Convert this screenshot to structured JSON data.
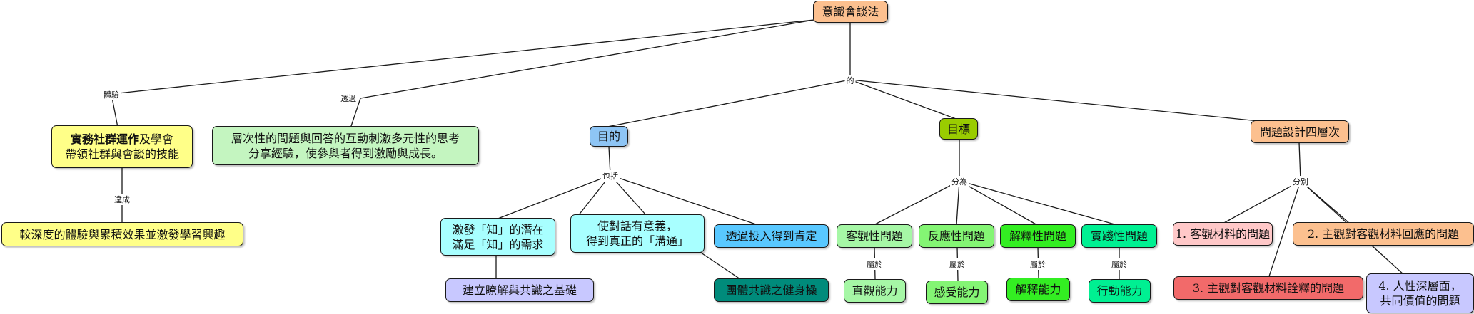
{
  "root": "意識會談法",
  "links": {
    "experience": "體驗",
    "through": "透過",
    "of": "的",
    "includes": "包括",
    "divided_as": "分為",
    "separately": "分別",
    "achieve": "達成",
    "belongs": "屬於"
  },
  "nodes": {
    "community_bold": "實務社群運作",
    "community_rest": "及學會",
    "community_line2": "帶領社群與會談的技能",
    "deeper": "較深度的體驗與累積效果並激發學習興趣",
    "layered_line1": "層次性的問題與回答的互動刺激多元性的思考",
    "layered_line2": "分享經驗，使參與者得到激勵與成長。",
    "purpose": "目的",
    "goal": "目標",
    "four_levels": "問題設計四層次",
    "stimulate_line1": "激發「知」的潛在",
    "stimulate_line2": "滿足「知」的需求",
    "meaning_line1": "使對話有意義，",
    "meaning_line2": "得到真正的「溝通」",
    "affirm": "透過投入得到肯定",
    "foundation": "建立瞭解與共識之基礎",
    "team": "團體共識之健身操",
    "objective_q": "客觀性問題",
    "reflective_q": "反應性問題",
    "interpretive_q": "解釋性問題",
    "decisional_q": "實踐性問題",
    "obs_ability": "直觀能力",
    "feel_ability": "感受能力",
    "interp_ability": "解釋能力",
    "act_ability": "行動能力",
    "level1": "1. 客觀材料的問題",
    "level2": "2. 主觀對客觀材料回應的問題",
    "level3": "3. 主觀對客觀材料詮釋的問題",
    "level4_line1": "4. 人性深層面，",
    "level4_line2": "共同價值的問題"
  },
  "colors": {
    "root": "#fcc08f",
    "community": "#ffff88",
    "deeper": "#ffff88",
    "layered": "#c4f5c0",
    "purpose": "#8ec5f5",
    "goal": "#99cc00",
    "four_levels": "#fcc08f",
    "light_cyan": "#a8ffff",
    "sky": "#59c8ff",
    "lavender": "#c8c8ff",
    "teal": "#008b7b",
    "light_green": "#a6f7a6",
    "green": "#84f574",
    "bright_green": "#33ee22",
    "sea_green": "#00f092",
    "pink": "#ffc8c8",
    "peach": "#fcc08f",
    "red": "#f26a6a"
  }
}
